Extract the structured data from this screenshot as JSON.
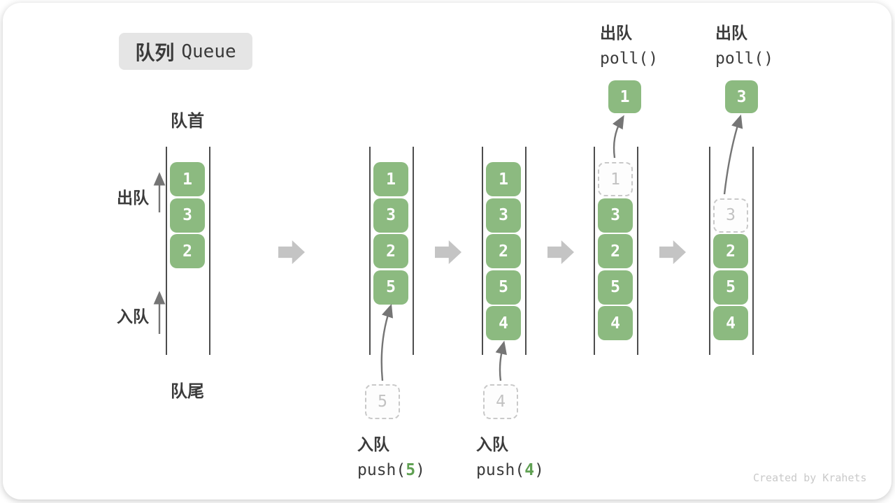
{
  "title": {
    "zh": "队列",
    "en": "Queue"
  },
  "labels": {
    "front": "队首",
    "rear": "队尾",
    "dequeue": "出队",
    "enqueue": "入队"
  },
  "colors": {
    "box_green": "#8CBA80",
    "code_arg_green": "#5FA052",
    "ghost_gray": "#c9c9c9",
    "flow_arrow_gray": "#c4c4c4",
    "text_dark": "#3b3b3b"
  },
  "queue_states": [
    {
      "cells": [
        {
          "row": 0,
          "value": "1",
          "type": "solid"
        },
        {
          "row": 1,
          "value": "3",
          "type": "solid"
        },
        {
          "row": 2,
          "value": "2",
          "type": "solid"
        }
      ]
    },
    {
      "cells": [
        {
          "row": 0,
          "value": "1",
          "type": "solid"
        },
        {
          "row": 1,
          "value": "3",
          "type": "solid"
        },
        {
          "row": 2,
          "value": "2",
          "type": "solid"
        },
        {
          "row": 3,
          "value": "5",
          "type": "solid"
        }
      ]
    },
    {
      "cells": [
        {
          "row": 0,
          "value": "1",
          "type": "solid"
        },
        {
          "row": 1,
          "value": "3",
          "type": "solid"
        },
        {
          "row": 2,
          "value": "2",
          "type": "solid"
        },
        {
          "row": 3,
          "value": "5",
          "type": "solid"
        },
        {
          "row": 4,
          "value": "4",
          "type": "solid"
        }
      ]
    },
    {
      "cells": [
        {
          "row": 0,
          "value": "1",
          "type": "ghost"
        },
        {
          "row": 1,
          "value": "3",
          "type": "solid"
        },
        {
          "row": 2,
          "value": "2",
          "type": "solid"
        },
        {
          "row": 3,
          "value": "5",
          "type": "solid"
        },
        {
          "row": 4,
          "value": "4",
          "type": "solid"
        }
      ]
    },
    {
      "cells": [
        {
          "row": 1,
          "value": "3",
          "type": "ghost"
        },
        {
          "row": 2,
          "value": "2",
          "type": "solid"
        },
        {
          "row": 3,
          "value": "5",
          "type": "solid"
        },
        {
          "row": 4,
          "value": "4",
          "type": "solid"
        }
      ]
    }
  ],
  "operations": {
    "pushes": [
      {
        "label": "入队",
        "code_before": "push(",
        "arg": "5",
        "code_after": ")",
        "ghost_value": "5"
      },
      {
        "label": "入队",
        "code_before": "push(",
        "arg": "4",
        "code_after": ")",
        "ghost_value": "4"
      }
    ],
    "polls": [
      {
        "label": "出队",
        "code": "poll()",
        "value": "1"
      },
      {
        "label": "出队",
        "code": "poll()",
        "value": "3"
      }
    ]
  },
  "watermark": "Created by Krahets"
}
